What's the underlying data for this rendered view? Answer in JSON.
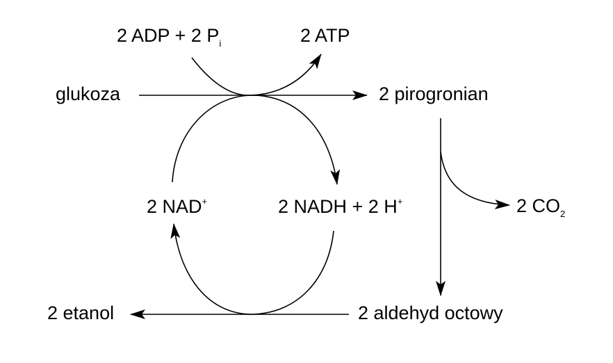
{
  "labels": {
    "adp": "2 ADP + 2 P",
    "adp_sub": "i",
    "atp": "2 ATP",
    "glukoza": "glukoza",
    "pirogronian": "2 pirogronian",
    "nad": "2 NAD",
    "nad_sup": "+",
    "nadh": "2 NADH + 2 H",
    "nadh_sup": "+",
    "co2": "2 CO",
    "co2_sub": "2",
    "etanol": "2 etanol",
    "aldehyd": "2 aldehyd octowy"
  }
}
